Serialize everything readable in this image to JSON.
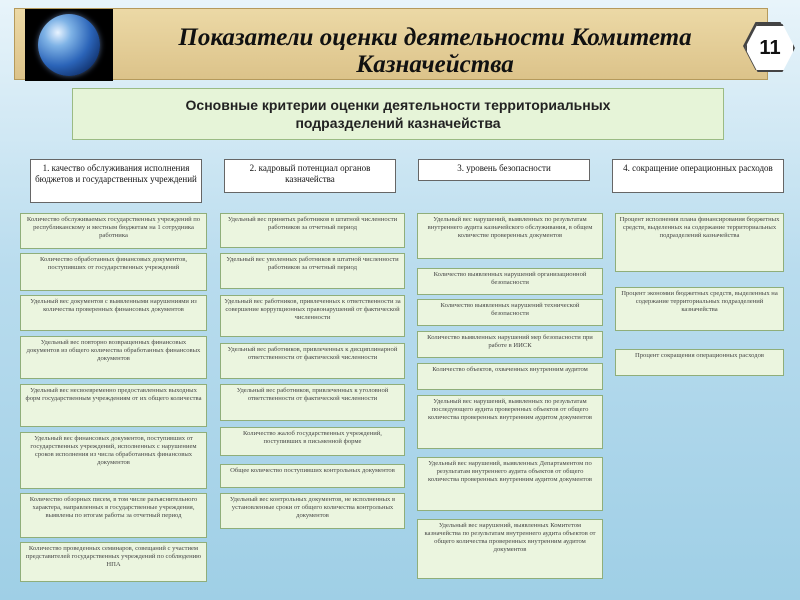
{
  "slide": {
    "title_line1": "Показатели оценки деятельности Комитета",
    "title_line2": "Казначейства",
    "number": "11"
  },
  "subtitle_line1": "Основные критерии оценки деятельности территориальных",
  "subtitle_line2": "подразделений казначейства",
  "columns": [
    {
      "header": "1. качество обслуживания исполнения бюджетов и государственных учреждений",
      "items": [
        "Количество обслуживаемых государственных учреждений по республиканскому и местным бюджетам на 1 сотрудника работника",
        "Количество обработанных финансовых документов, поступивших от государственных учреждений",
        "Удельный вес документов с выявленными нарушениями из количества проверенных финансовых документов",
        "Удельный вес повторно возвращенных финансовых документов из общего количества обработанных финансовых документов",
        "Удельный вес несвоевременно предоставленных выходных форм государственным учреждениям от их общего количества",
        "Удельный вес финансовых документов, поступивших от государственных учреждений, исполненных с нарушением сроков исполнения из числа обработанных финансовых документов",
        "Количество обзорных писем, в том числе разъяснительного характера, направленных в государственные учреждения, выявлены по итогам работы за отчетный период",
        "Количество проведенных семинаров, совещаний с участием представителей государственных учреждений по соблюдению НПА"
      ]
    },
    {
      "header": "2. кадровый потенциал органов казначейства",
      "items": [
        "Удельный вес принятых работников в штатной численности работников за отчетный период",
        "Удельный вес уволенных работников в штатной численности работников за отчетный период",
        "Удельный вес работников, привлеченных к ответственности за совершение коррупционных правонарушений от фактической численности",
        "Удельный вес работников, привлеченных к дисциплинарной ответственности от фактической численности",
        "Удельный вес работников, привлеченных к уголовной ответственности от фактической численности",
        "Количество жалоб государственных учреждений, поступивших в письменной форме",
        "Общее количество поступивших контрольных документов",
        "Удельный вес контрольных документов, не исполненных в установленные сроки от общего количества контрольных документов"
      ]
    },
    {
      "header": "3. уровень безопасности",
      "items": [
        "Удельный вес нарушений, выявленных по результатам внутреннего аудита казначейского обслуживания, в общем количестве проверенных документов",
        "Количество выявленных нарушений организационной безопасности",
        "Количество выявленных нарушений технической безопасности",
        "Количество выявленных нарушений мер безопасности при работе в ИИСК",
        "Количество объектов, охваченных внутренним аудитом",
        "Удельный вес нарушений, выявленных по результатам последующего аудита проверенных объектов от общего количества проверенных внутренним аудитом документов",
        "Удельный вес нарушений, выявленных Департаментом по результатам внутреннего аудита объектов от общего количества проверенных внутренним аудитом документов",
        "Удельный вес нарушений, выявленных Комитетом казначейства по результатам внутреннего аудита объектов от общего количества проверенных внутренним аудитом документов"
      ]
    },
    {
      "header": "4. сокращение операционных расходов",
      "items": [
        "Процент исполнения плана финансирования бюджетных средств, выделенных на содержание территориальных подразделений казначейства",
        "Процент экономии бюджетных средств, выделенных на содержание территориальных подразделений казначейства",
        "Процент сокращения операционных расходов"
      ]
    }
  ]
}
